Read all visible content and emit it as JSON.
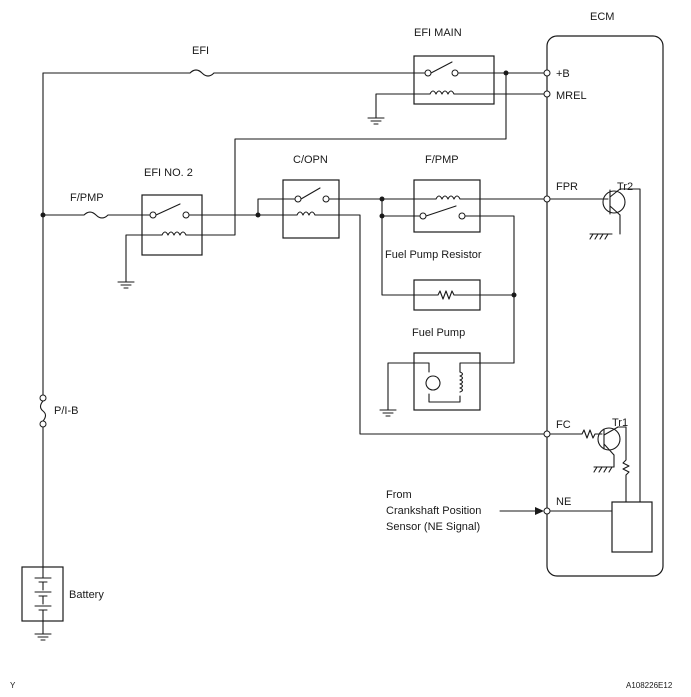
{
  "labels": {
    "ecm": "ECM",
    "efi": "EFI",
    "efi_main": "EFI MAIN",
    "plus_b": "+B",
    "mrel": "MREL",
    "c_opn": "C/OPN",
    "f_pmp_relay": "F/PMP",
    "f_pmp_fuse": "F/PMP",
    "efi_no2": "EFI NO. 2",
    "fpr": "FPR",
    "tr2": "Tr2",
    "fuel_pump_resistor": "Fuel Pump Resistor",
    "fuel_pump": "Fuel Pump",
    "p_i_b": "P/I-B",
    "fc": "FC",
    "tr1": "Tr1",
    "from_1": "From",
    "from_2": "Crankshaft Position",
    "from_3": "Sensor (NE Signal)",
    "ne": "NE",
    "battery": "Battery",
    "corner_left": "Y",
    "corner_right": "A108226E12"
  }
}
